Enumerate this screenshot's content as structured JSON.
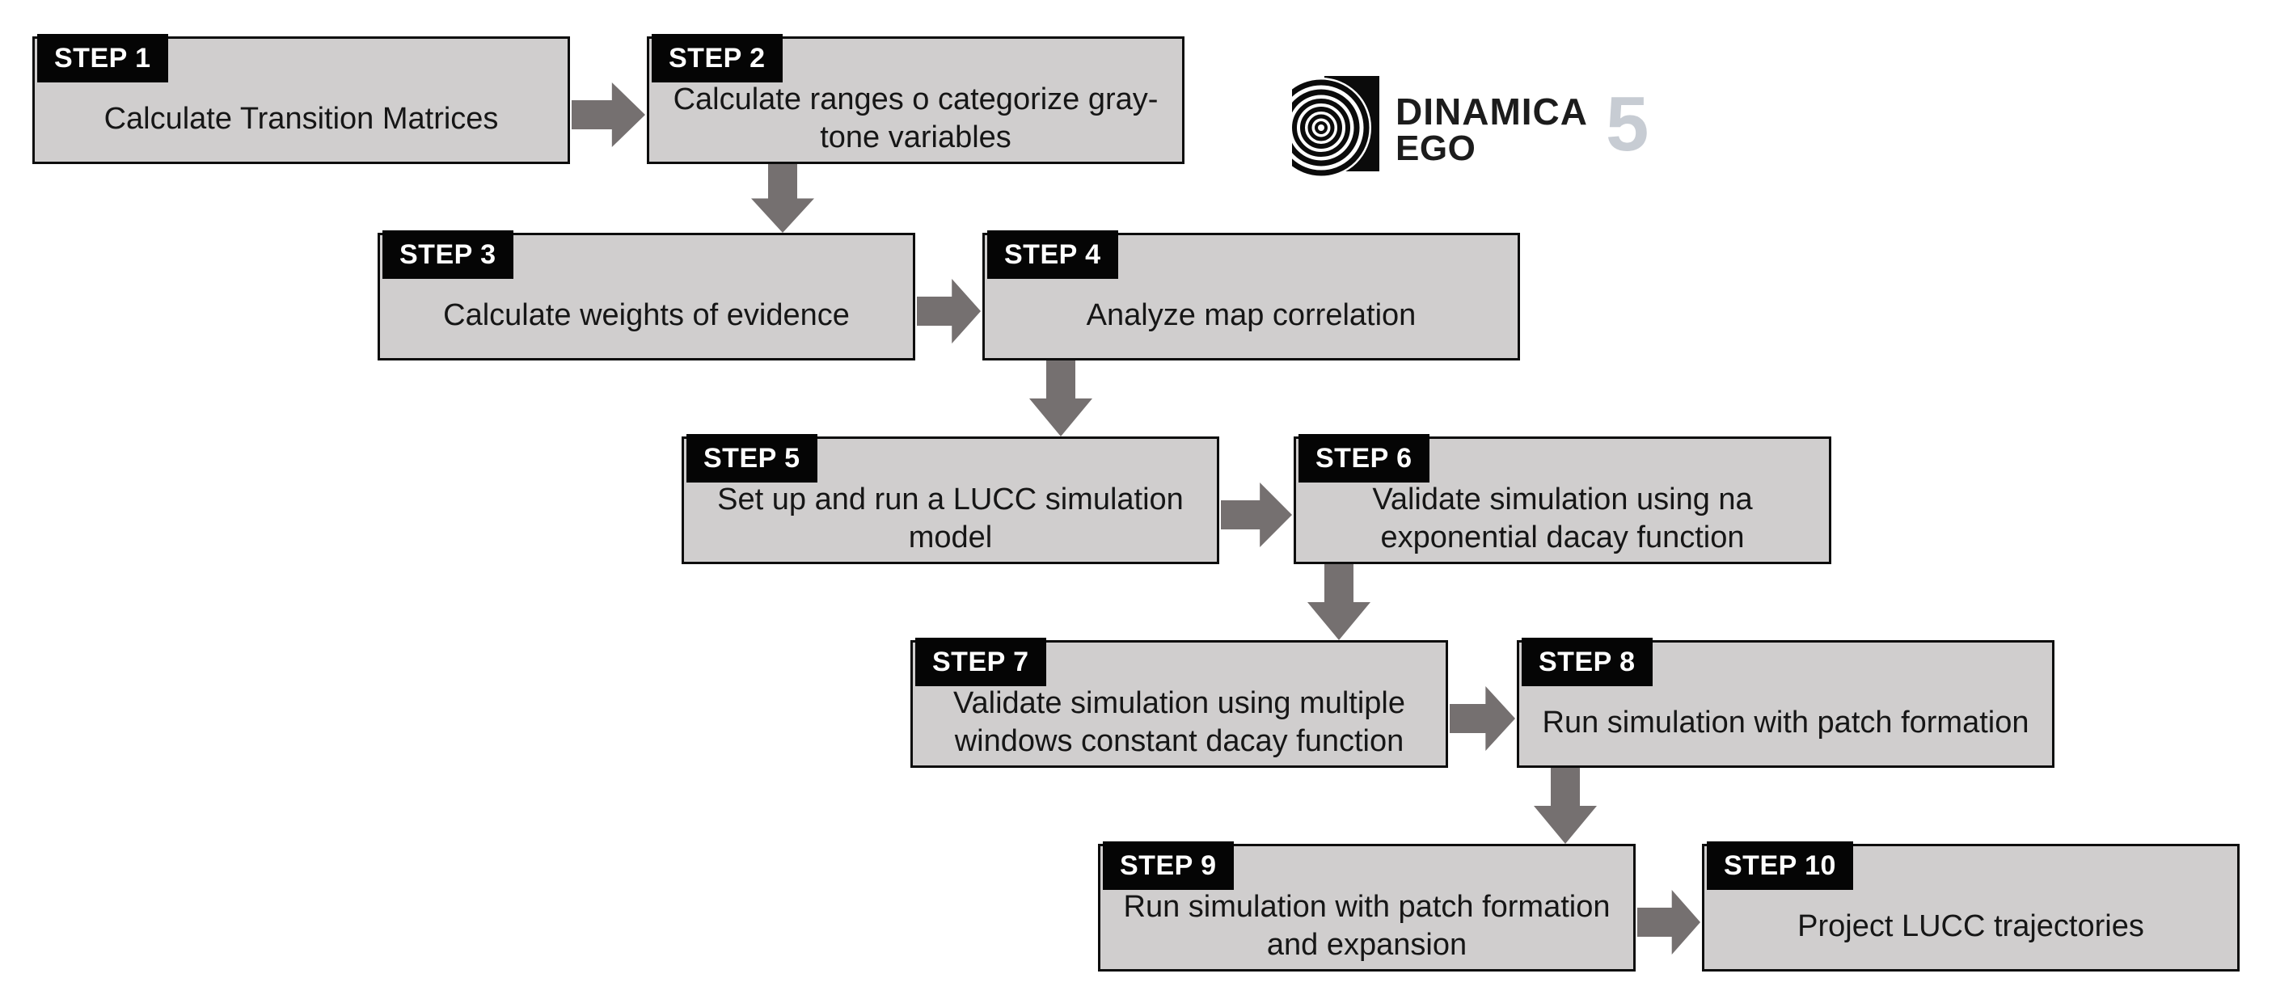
{
  "diagram": {
    "description": "DINAMICA EGO 5 LUCC modeling workflow, 10 steps connected by block arrows"
  },
  "logo": {
    "icon": "concentric-circles-mark-icon",
    "brand_line1": "DINAMICA",
    "brand_line2": "EGO",
    "version": "5"
  },
  "colors": {
    "box_fill": "#d0cece",
    "box_border": "#0d0d0d",
    "badge_bg": "#050505",
    "badge_text": "#ffffff",
    "title_text": "#161616",
    "arrow": "#757070",
    "brand_text": "#1c1c1c",
    "version_text": "#c7ccd3",
    "background": "#ffffff"
  },
  "steps": [
    {
      "badge": "STEP 1",
      "title": "Calculate Transition Matrices"
    },
    {
      "badge": "STEP 2",
      "title": "Calculate ranges o categorize gray-tone variables"
    },
    {
      "badge": "STEP 3",
      "title": "Calculate weights of evidence"
    },
    {
      "badge": "STEP 4",
      "title": "Analyze map correlation"
    },
    {
      "badge": "STEP 5",
      "title": "Set up and run a LUCC simulation model"
    },
    {
      "badge": "STEP 6",
      "title": "Validate simulation using na exponential dacay function"
    },
    {
      "badge": "STEP 7",
      "title": "Validate simulation using multiple windows constant dacay function"
    },
    {
      "badge": "STEP 8",
      "title": "Run simulation with patch formation"
    },
    {
      "badge": "STEP 9",
      "title": "Run simulation with patch formation and expansion"
    },
    {
      "badge": "STEP 10",
      "title": "Project LUCC trajectories"
    }
  ],
  "connections": [
    {
      "from": "STEP 1",
      "to": "STEP 2",
      "direction": "right"
    },
    {
      "from": "STEP 2",
      "to": "STEP 3",
      "direction": "down"
    },
    {
      "from": "STEP 3",
      "to": "STEP 4",
      "direction": "right"
    },
    {
      "from": "STEP 4",
      "to": "STEP 5",
      "direction": "down"
    },
    {
      "from": "STEP 5",
      "to": "STEP 6",
      "direction": "right"
    },
    {
      "from": "STEP 6",
      "to": "STEP 7",
      "direction": "down"
    },
    {
      "from": "STEP 7",
      "to": "STEP 8",
      "direction": "right"
    },
    {
      "from": "STEP 8",
      "to": "STEP 9",
      "direction": "down"
    },
    {
      "from": "STEP 9",
      "to": "STEP 10",
      "direction": "right"
    }
  ]
}
